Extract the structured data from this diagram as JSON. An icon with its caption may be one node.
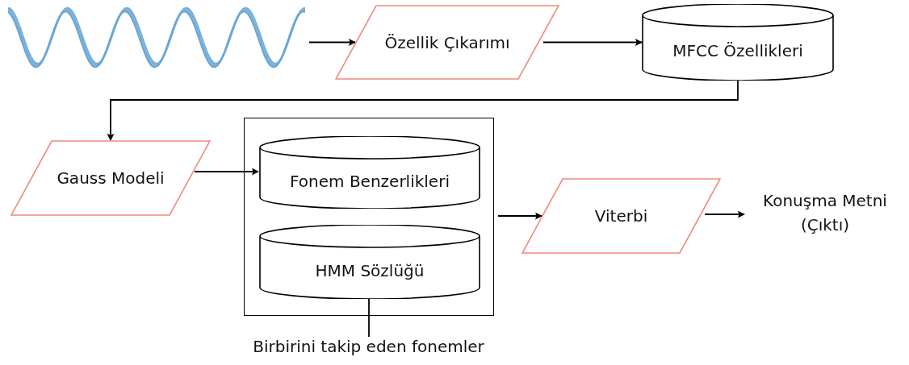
{
  "diagram": {
    "nodes": [
      {
        "text": [],
        "shape": "picture"
      },
      {
        "text": [
          "Özellik Çıkarımı"
        ]
      },
      {
        "text": [
          "MFCC Özellikleri"
        ]
      },
      {
        "text": [
          "Gauss Modeli"
        ]
      },
      {
        "text": [],
        "shape": "box"
      },
      {
        "text": [
          "Fonem Benzerlikleri"
        ],
        "in": 4
      },
      {
        "text": [
          "HMM Sözlüğü"
        ],
        "in": 4
      },
      {
        "text": [
          "Viterbi"
        ]
      },
      {
        "text": [
          "Konuşma Metni (Çıktı)"
        ]
      },
      {
        "text": [
          "Birbirini takip eden fonemler"
        ]
      }
    ],
    "edges": [
      {
        "from": 0,
        "to": 1,
        "arrow": "to"
      },
      {
        "from": 1,
        "to": 2,
        "arrow": "to"
      },
      {
        "from": 2,
        "to": 3,
        "arrow": "to"
      },
      {
        "from": 3,
        "to": 5,
        "arrow": "to"
      },
      {
        "from": 4,
        "to": 7,
        "arrow": "to"
      },
      {
        "from": 7,
        "to": 8,
        "arrow": "to"
      },
      {
        "from": 9,
        "to": 6,
        "arrow": "none"
      }
    ]
  }
}
